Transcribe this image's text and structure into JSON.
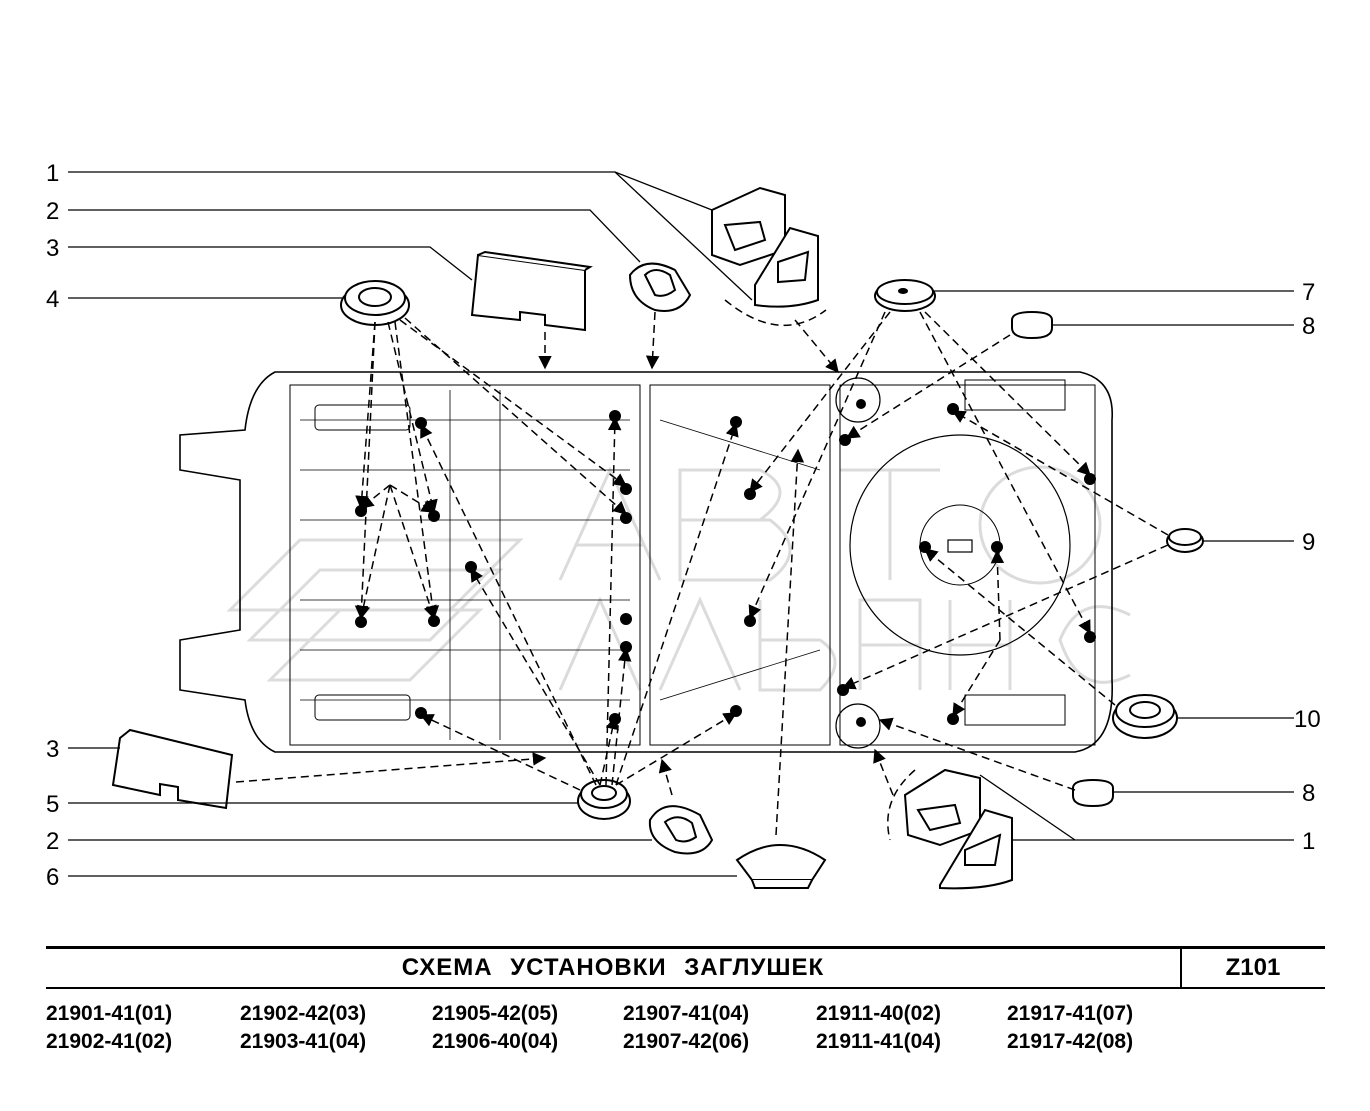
{
  "diagram": {
    "callouts_left": [
      "1",
      "2",
      "3",
      "4",
      "3",
      "5",
      "2",
      "6"
    ],
    "callouts_right": [
      "7",
      "8",
      "9",
      "10",
      "8",
      "1"
    ],
    "watermark": [
      "АВТО",
      "АЛЬЯНС"
    ]
  },
  "footer": {
    "title": "СХЕМА УСТАНОВКИ ЗАГЛУШЕК",
    "code": "Z101"
  },
  "models": [
    [
      "21901-41(01)",
      "21902-41(02)"
    ],
    [
      "21902-42(03)",
      "21903-41(04)"
    ],
    [
      "21905-42(05)",
      "21906-40(04)"
    ],
    [
      "21907-41(04)",
      "21907-42(06)"
    ],
    [
      "21911-40(02)",
      "21911-41(04)"
    ],
    [
      "21917-41(07)",
      "21917-42(08)"
    ]
  ]
}
